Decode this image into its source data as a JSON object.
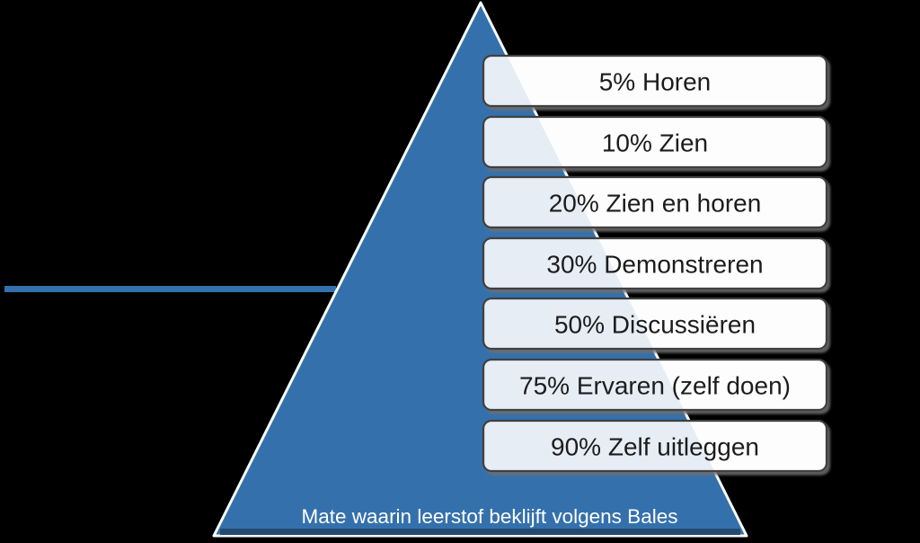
{
  "diagram": {
    "caption": "Mate waarin leerstof beklijft volgens Bales",
    "levels": [
      {
        "display": "5% Horen"
      },
      {
        "display": "10% Zien"
      },
      {
        "display": "20% Zien en horen"
      },
      {
        "display": "30% Demonstreren"
      },
      {
        "display": "50% Discussiëren"
      },
      {
        "display": "75% Ervaren (zelf doen)"
      },
      {
        "display": "90% Zelf uitleggen"
      }
    ],
    "colors": {
      "background": "#000000",
      "pyramid_fill": "#3471AC",
      "pyramid_edge": "#FFFFFF",
      "pyramid_base_line": "#254A70",
      "box_fill": "#FDFDFE",
      "box_tint_over_pyramid": "#E6EDF5",
      "box_border": "#3F3F3F",
      "box_text": "#1A1A1A",
      "caption_text": "#FFFFFF",
      "box_shadow": "#6E6E6E"
    }
  },
  "chart_data": {
    "type": "pyramid",
    "title": "Mate waarin leerstof beklijft volgens Bales",
    "value_unit": "%",
    "levels": [
      {
        "value": 5,
        "label": "Horen"
      },
      {
        "value": 10,
        "label": "Zien"
      },
      {
        "value": 20,
        "label": "Zien en horen"
      },
      {
        "value": 30,
        "label": "Demonstreren"
      },
      {
        "value": 50,
        "label": "Discussiëren"
      },
      {
        "value": 75,
        "label": "Ervaren (zelf doen)"
      },
      {
        "value": 90,
        "label": "Zelf uitleggen"
      }
    ]
  }
}
